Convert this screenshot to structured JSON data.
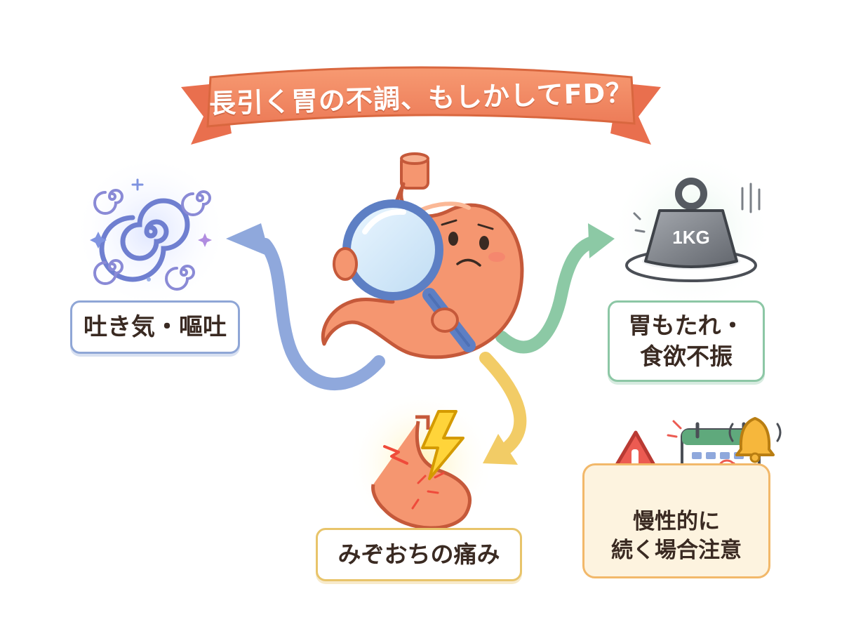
{
  "title": "長引く胃の不調、もしかしてFD？",
  "symptoms": {
    "nausea": "吐き気・嘔吐",
    "heaviness_line1": "胃もたれ・",
    "heaviness_line2": "食欲不振",
    "pain": "みぞおちの痛み",
    "chronic_line1": "慢性的に",
    "chronic_line2": "続く場合注意"
  },
  "weight_label": "1KG",
  "colors": {
    "ribbon": "#f0855f",
    "stomach": "#f59670",
    "arrow_left": "#8fa8dc",
    "arrow_right": "#8cc9a5",
    "arrow_down": "#f2cc66",
    "warning": "#ec5b52"
  },
  "icons": [
    "spiral-dizziness-icon",
    "weight-plate-icon",
    "lightning-pain-icon",
    "warning-icon",
    "calendar-icon",
    "bell-icon",
    "magnifier-icon"
  ]
}
